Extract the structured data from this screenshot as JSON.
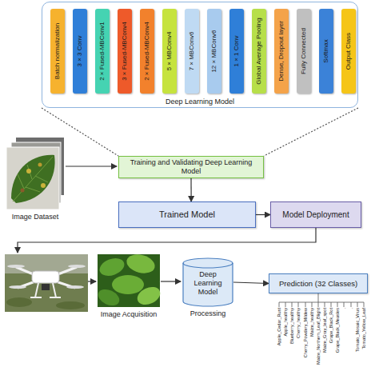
{
  "diagram": {
    "nodes": [
      {
        "text": [
          "Deep Learning Model"
        ]
      },
      {
        "text": [
          "Batch normalization"
        ],
        "in": 0
      },
      {
        "text": [
          "3 × 3 Conv"
        ],
        "in": 0
      },
      {
        "text": [
          "2 × Fused-MBConv1"
        ],
        "in": 0
      },
      {
        "text": [
          "3 × Fused-MBConv4"
        ],
        "in": 0
      },
      {
        "text": [
          "2 × Fused-MBConv4"
        ],
        "in": 0
      },
      {
        "text": [
          "5 × MBConv4"
        ],
        "in": 0
      },
      {
        "text": [
          "7 × MBConv6"
        ],
        "in": 0
      },
      {
        "text": [
          "12 × MBConv6"
        ],
        "in": 0
      },
      {
        "text": [
          "1 × 1 Conv"
        ],
        "in": 0
      },
      {
        "text": [
          "Global Average Pooling"
        ],
        "in": 0
      },
      {
        "text": [
          "Dense, Dropout layer"
        ],
        "in": 0
      },
      {
        "text": [
          "Fully Connected"
        ],
        "in": 0
      },
      {
        "text": [
          "Softmax"
        ],
        "in": 0
      },
      {
        "text": [
          "Output Class"
        ],
        "in": 0
      },
      {
        "text": [
          "Training and Validating Deep Learning Model"
        ]
      },
      {
        "text": [
          "Trained Model"
        ]
      },
      {
        "text": [
          "Model Deployment"
        ]
      },
      {
        "text": [
          "Deep Learning Model",
          "Processing"
        ]
      },
      {
        "text": [
          "Prediction (32 Classes)"
        ]
      }
    ],
    "edges": [
      {
        "from": 0,
        "to": 15,
        "arrow": "none"
      },
      {
        "from": 0,
        "to": 15,
        "arrow": "none"
      },
      {
        "from": 15,
        "to": 16,
        "arrow": "to"
      },
      {
        "from": 16,
        "to": 17,
        "arrow": "to"
      },
      {
        "from": 18,
        "to": 19,
        "arrow": "to"
      }
    ],
    "labels": [
      "Image Dataset",
      "Image Acquisition",
      "Apple_Cedar_Rust",
      "Apple_healthy",
      "Blueberry_healthy",
      "Cherry_healthy",
      "Cherry_Powdery_Mildew",
      "Maize_healthy",
      "Maize_Northern_Leaf_Blight",
      "Maize_Gray_leaf_spot",
      "Grape_Black_Rot",
      "Grape_Black_Measles",
      ".",
      ".",
      "Tomato_Mosaic_Virus",
      "Tomato_Yellow_Leaf"
    ]
  }
}
